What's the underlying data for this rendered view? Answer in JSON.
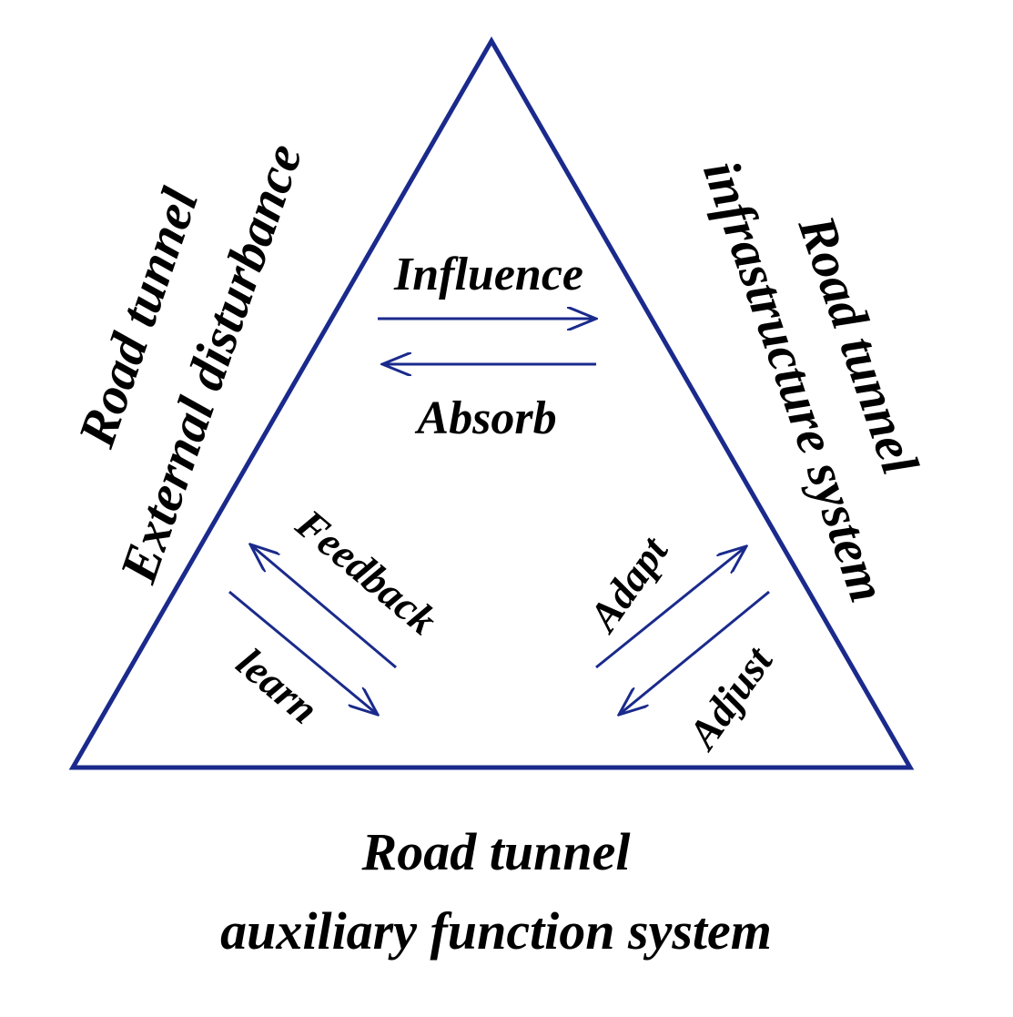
{
  "colors": {
    "line": "#1a2a8c",
    "text": "#000000"
  },
  "labels": {
    "left_line1": "Road tunnel",
    "left_line2": "External disturbance",
    "right_line1": "infrastructure system",
    "right_line2": "Road tunnel",
    "bottom_line1": "Road tunnel",
    "bottom_line2": "auxiliary function system",
    "influence": "Influence",
    "absorb": "Absorb",
    "feedback": "Feedback",
    "learn": "learn",
    "adapt": "Adapt",
    "adjust": "Adjust"
  }
}
